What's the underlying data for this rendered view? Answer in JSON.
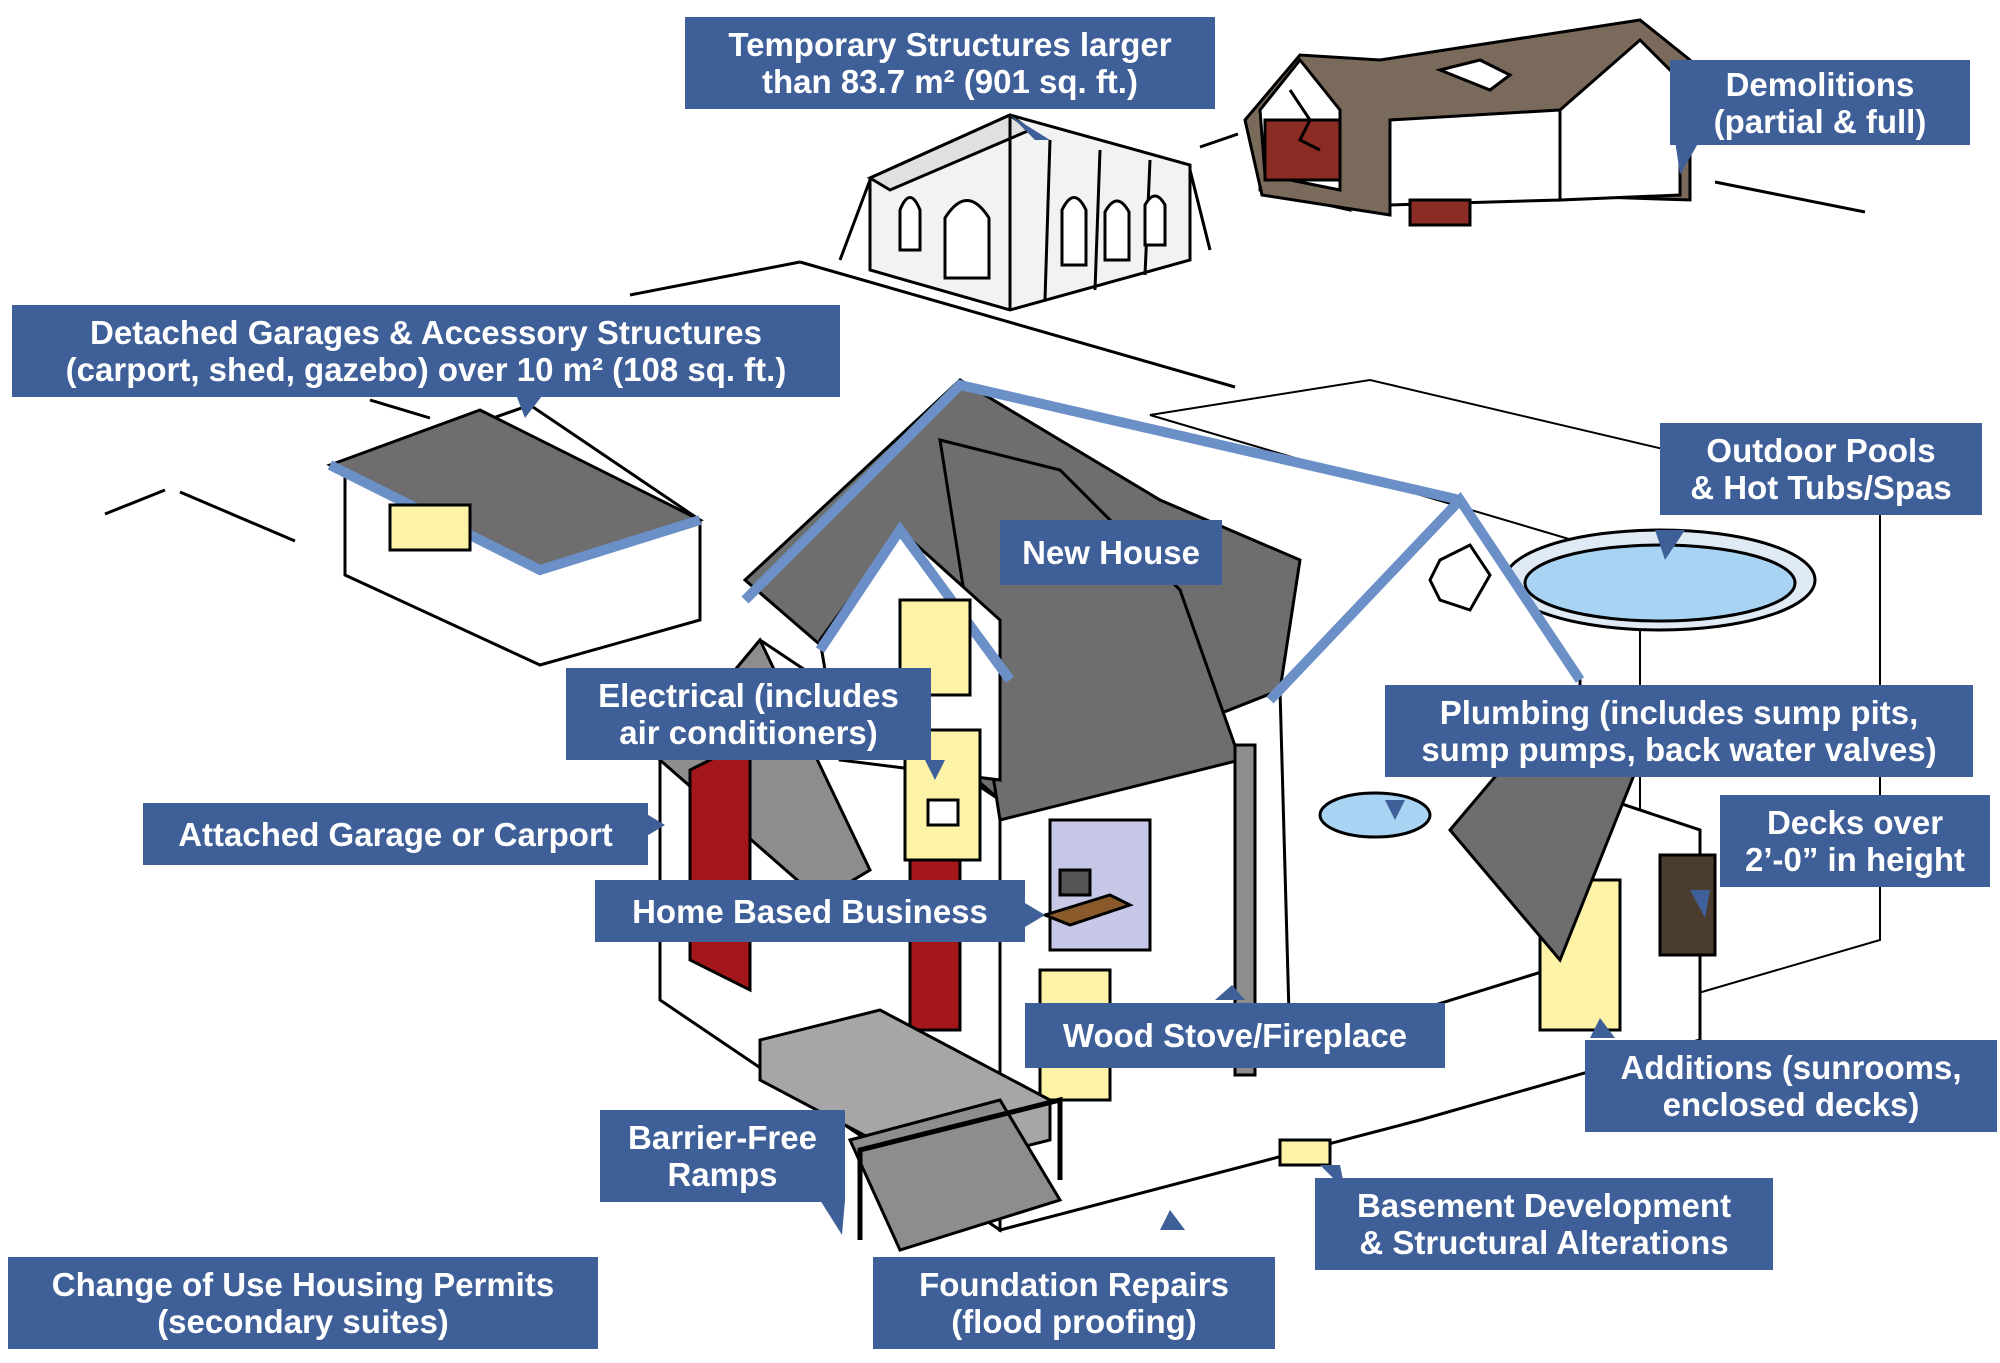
{
  "colors": {
    "callout_bg": "#3f5f99",
    "callout_text": "#ffffff",
    "roof": "#6e6e6e",
    "trim": "#6b8fc7",
    "window_glow": "#fdf3a6",
    "brick_door": "#a3171b",
    "pool_water": "#a9d3f2",
    "concrete": "#a6a6a6",
    "demolition_wall": "#7a6a5c"
  },
  "icons": [
    "tent-icon",
    "demolished-house-icon",
    "detached-garage-icon",
    "house-icon",
    "pool-icon",
    "fence-icon",
    "ramp-icon",
    "deck-icon",
    "bathtub-icon",
    "lamp-icon",
    "computer-desk-icon",
    "chimney-icon"
  ],
  "callouts": {
    "temporary_structures": [
      "Temporary Structures larger",
      "than 83.7 m² (901 sq. ft.)"
    ],
    "demolitions": [
      "Demolitions",
      "(partial & full)"
    ],
    "detached_garages": [
      "Detached Garages & Accessory Structures",
      "(carport, shed, gazebo) over 10 m² (108 sq. ft.)"
    ],
    "outdoor_pools": [
      "Outdoor Pools",
      "& Hot Tubs/Spas"
    ],
    "new_house": [
      "New House"
    ],
    "electrical": [
      "Electrical (includes",
      "air conditioners)"
    ],
    "plumbing": [
      "Plumbing (includes sump pits,",
      "sump pumps, back water valves)"
    ],
    "attached_garage": [
      "Attached Garage or Carport"
    ],
    "decks": [
      "Decks over",
      "2’-0” in height"
    ],
    "home_business": [
      "Home Based Business"
    ],
    "wood_stove": [
      "Wood Stove/Fireplace"
    ],
    "additions": [
      "Additions (sunrooms,",
      "enclosed decks)"
    ],
    "barrier_free": [
      "Barrier-Free",
      "Ramps"
    ],
    "basement": [
      "Basement Development",
      "& Structural Alterations"
    ],
    "change_of_use": [
      "Change of Use Housing Permits",
      "(secondary suites)"
    ],
    "foundation": [
      "Foundation Repairs",
      "(flood proofing)"
    ]
  }
}
